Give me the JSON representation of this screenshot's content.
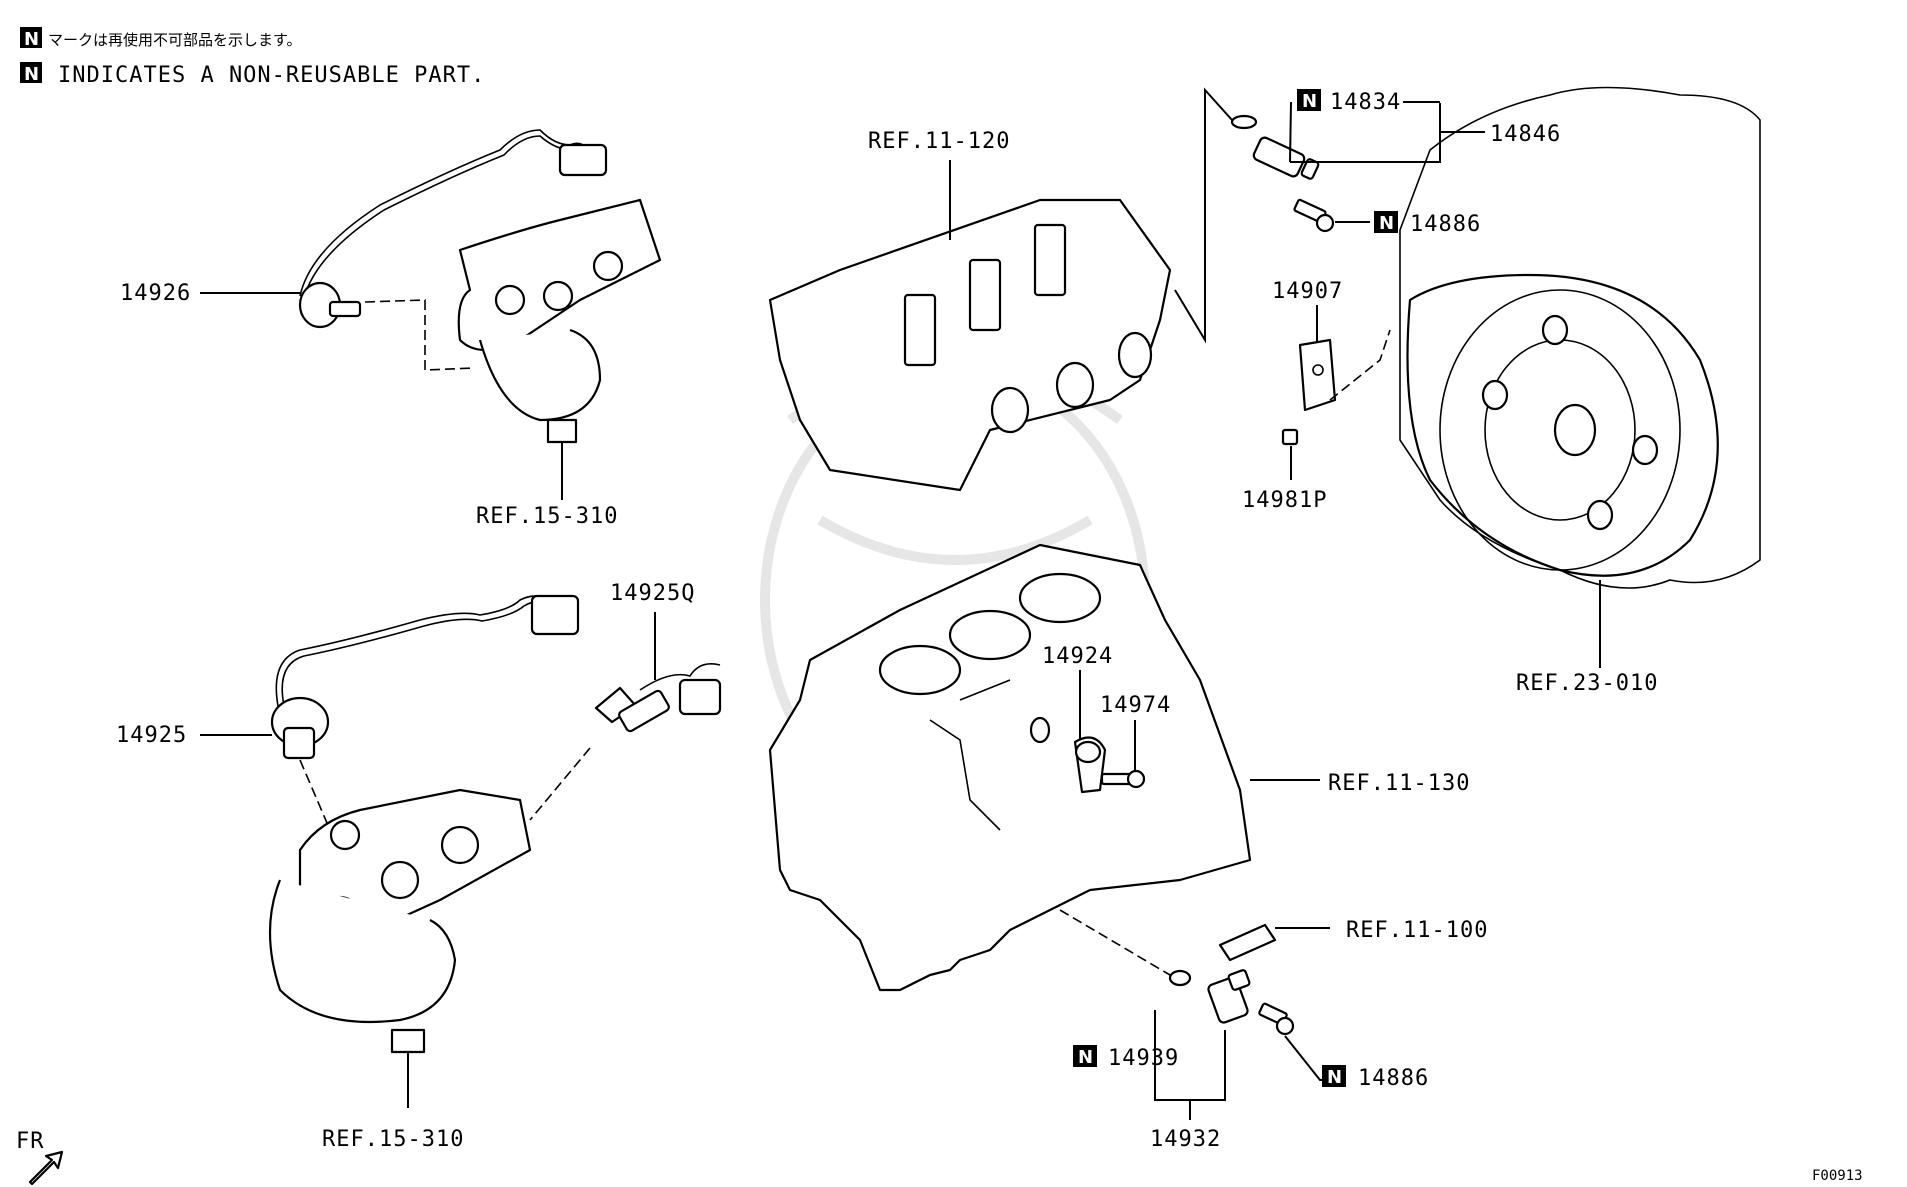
{
  "legend": {
    "badge": "N",
    "line_jp": "マークは再使用不可部品を示します。",
    "line_en": "INDICATES A NON-REUSABLE PART."
  },
  "callouts": {
    "p14834": "14834",
    "p14846": "14846",
    "p14886_top": "14886",
    "p14907": "14907",
    "p14981p": "14981P",
    "p14926": "14926",
    "p14925": "14925",
    "p14925q": "14925Q",
    "p14924": "14924",
    "p14974": "14974",
    "p14939": "14939",
    "p14932": "14932",
    "p14886_bottom": "14886",
    "ref_11_120": "REF.11-120",
    "ref_15_310_top": "REF.15-310",
    "ref_15_310_bottom": "REF.15-310",
    "ref_23_010": "REF.23-010",
    "ref_11_130": "REF.11-130",
    "ref_11_100": "REF.11-100"
  },
  "orientation": "FR",
  "figure_id": "F00913"
}
